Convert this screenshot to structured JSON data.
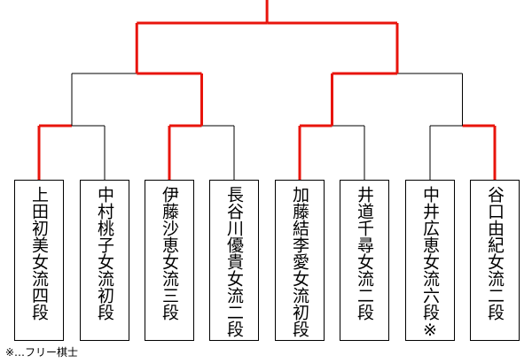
{
  "colors": {
    "winner_line": "#e8140c",
    "line": "#000000"
  },
  "players": [
    {
      "name": "上田初美女流四段",
      "won_round1": true
    },
    {
      "name": "中村桃子女流初段",
      "won_round1": false
    },
    {
      "name": "伊藤沙恵女流三段",
      "won_round1": true
    },
    {
      "name": "長谷川優貴女流二段",
      "won_round1": false
    },
    {
      "name": "加藤結李愛女流初段",
      "won_round1": true
    },
    {
      "name": "井道千尋女流二段",
      "won_round1": false
    },
    {
      "name": "中井広恵女流六段※",
      "won_round1": false
    },
    {
      "name": "谷口由紀女流二段",
      "won_round1": true
    }
  ],
  "round2_winners": [
    "伊藤沙恵女流三段",
    "加藤結李愛女流初段"
  ],
  "finalists_advanced_up": true,
  "footnote": "※…フリー棋士"
}
